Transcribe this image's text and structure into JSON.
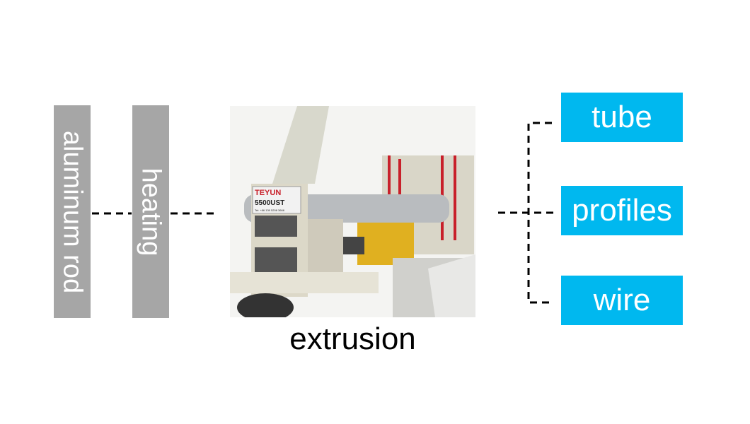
{
  "input_steps": [
    {
      "label": "aluminum rod"
    },
    {
      "label": "heating"
    }
  ],
  "process": {
    "label": "extrusion",
    "machine_brand": "TEYUN",
    "machine_model": "5500UST",
    "machine_phone": "Tel: +86 139 5208 3666"
  },
  "outputs": [
    {
      "label": "tube"
    },
    {
      "label": "profiles"
    },
    {
      "label": "wire"
    }
  ],
  "colors": {
    "input_box": "#a6a6a6",
    "output_box": "#00b8ef",
    "connector": "#000000"
  }
}
